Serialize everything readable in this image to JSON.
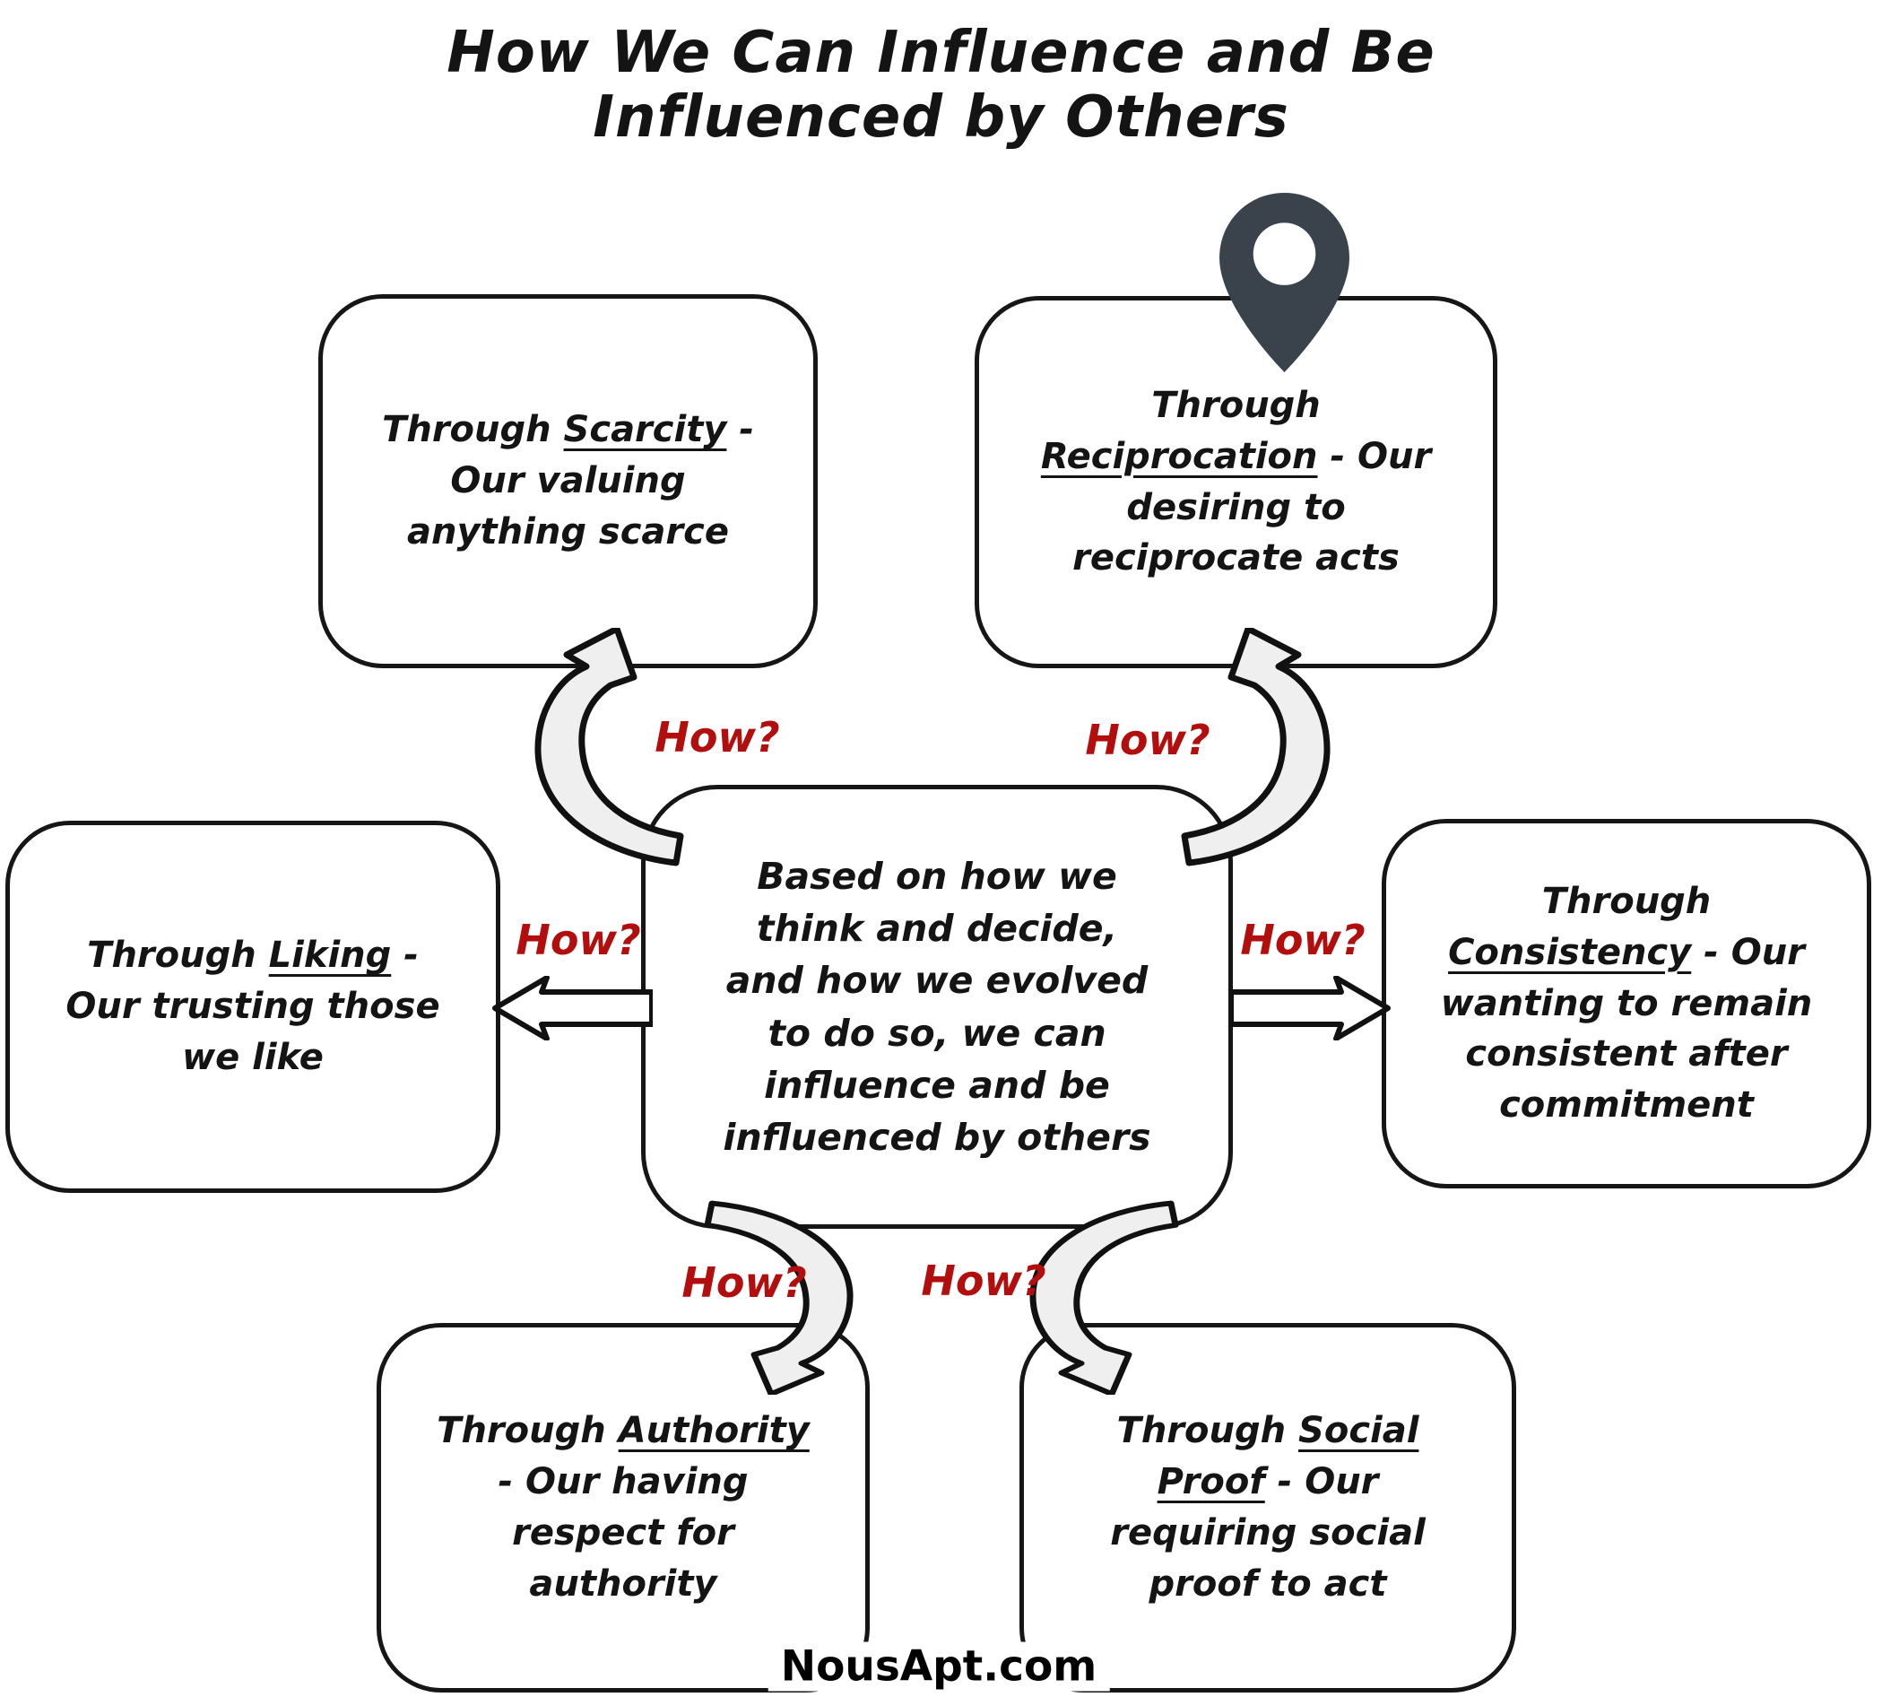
{
  "title": {
    "line1": "How We Can Influence and Be",
    "line2": "Influenced by Others"
  },
  "how_label": "How?",
  "center_box": {
    "text": "Based on how we think and decide, and how we evolved to do so, we can influence and be influenced by others"
  },
  "boxes": {
    "scarcity": {
      "segments": [
        {
          "t": "Through "
        },
        {
          "t": "Scarcity",
          "u": true
        },
        {
          "t": " - Our valuing anything scarce"
        }
      ]
    },
    "reciprocation": {
      "segments": [
        {
          "t": "Through "
        },
        {
          "t": "Reciprocation",
          "u": true
        },
        {
          "t": " - Our desiring to reciprocate acts"
        }
      ]
    },
    "liking": {
      "segments": [
        {
          "t": "Through "
        },
        {
          "t": "Liking",
          "u": true
        },
        {
          "t": " - Our trusting those we like"
        }
      ]
    },
    "consistency": {
      "segments": [
        {
          "t": "Through "
        },
        {
          "t": "Consistency",
          "u": true
        },
        {
          "t": " - Our wanting to remain consistent after commitment"
        }
      ]
    },
    "authority": {
      "segments": [
        {
          "t": "Through "
        },
        {
          "t": "Authority",
          "u": true
        },
        {
          "t": " - Our having respect for authority"
        }
      ]
    },
    "social_proof": {
      "segments": [
        {
          "t": "Through "
        },
        {
          "t": "Social Proof",
          "u": true
        },
        {
          "t": " - Our requiring social proof to act"
        }
      ]
    }
  },
  "icons": {
    "pin": "location-pin-icon"
  },
  "footer": {
    "brand": "NousApt.com"
  },
  "colors": {
    "how_red": "#b30e0e",
    "ink": "#141414",
    "pin": "#3a434c",
    "arrow_fill": "#efefef"
  }
}
